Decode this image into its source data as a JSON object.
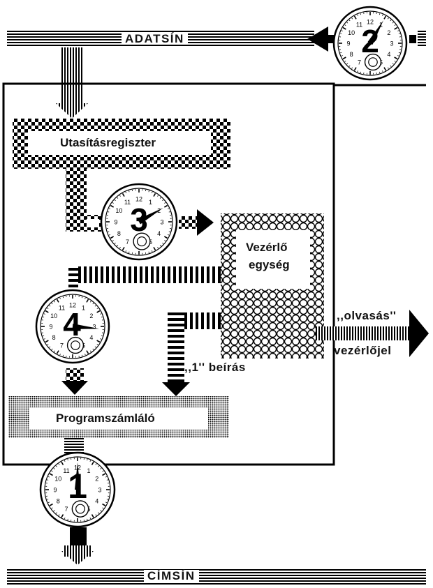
{
  "buses": {
    "data_bus": "ADATSÍN",
    "address_bus": "CÍMSÍN"
  },
  "blocks": {
    "instruction_register": "Utasításregiszter",
    "control_unit_line1": "Vezérlő",
    "control_unit_line2": "egység",
    "program_counter": "Programszámláló"
  },
  "signals": {
    "read_line1": ",,olvasás''",
    "read_line2": "vezérlőjel",
    "write_one": ",,1'' beírás"
  },
  "steps": {
    "clock_1": "1",
    "clock_2": "2",
    "clock_3": "3",
    "clock_4": "4"
  },
  "dial_numbers": [
    "12",
    "1",
    "2",
    "3",
    "4",
    "5",
    "6",
    "7",
    "8",
    "9",
    "10",
    "11"
  ],
  "colors": {
    "ink": "#000000",
    "paper": "#ffffff"
  }
}
